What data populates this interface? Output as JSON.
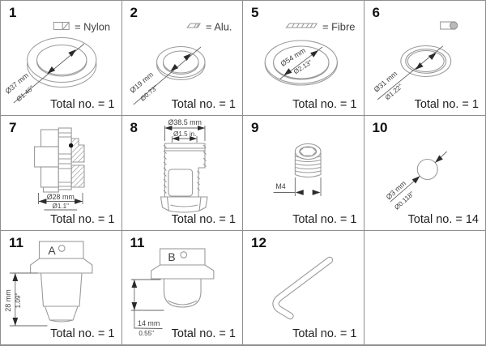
{
  "colors": {
    "line": "#9a9a9a",
    "dim_line": "#666666",
    "arrow": "#2b2b2b",
    "grid": "#8f8f8f",
    "text": "#1f1f1f"
  },
  "cells": [
    {
      "number": "1",
      "legend": "= Nylon",
      "legend_icon": "nylon-swatch-icon",
      "dim_mm": "Ø37 mm",
      "dim_in": "Ø1.46\"",
      "total": "Total no. = 1"
    },
    {
      "number": "2",
      "legend": "= Alu.",
      "legend_icon": "alu-washer-icon",
      "dim_mm": "Ø19 mm",
      "dim_in": "Ø0.73\"",
      "total": "Total no. = 1"
    },
    {
      "number": "5",
      "legend": "= Fibre",
      "legend_icon": "fibre-gasket-icon",
      "dim_mm": "Ø54 mm",
      "dim_in": "Ø2.13\"",
      "total": "Total no. = 1"
    },
    {
      "number": "6",
      "legend": "",
      "legend_icon": "oring-cross-section-icon",
      "dim_mm": "Ø31 mm",
      "dim_in": "Ø1.22\"",
      "total": "Total no. = 1"
    },
    {
      "number": "7",
      "dim_mm": "Ø28 mm",
      "dim_in": "Ø1.1\"",
      "total": "Total no. = 1"
    },
    {
      "number": "8",
      "dim_mm": "Ø38.5 mm",
      "dim_in": "Ø1.5 in.",
      "total": "Total no. = 1"
    },
    {
      "number": "9",
      "dim_mm": "M4",
      "total": "Total no. = 1"
    },
    {
      "number": "10",
      "dim_mm": "Ø3 mm",
      "dim_in": "Ø0.118\"",
      "total": "Total no. = 14"
    },
    {
      "number": "11",
      "part_label": "A",
      "dim_mm": "28 mm",
      "dim_in": "1.09\"",
      "total": "Total no. = 1"
    },
    {
      "number": "11",
      "part_label": "B",
      "dim_mm": "14 mm",
      "dim_in": "0.55\"",
      "total": "Total no. = 1"
    },
    {
      "number": "12",
      "total": "Total no. = 1"
    }
  ]
}
